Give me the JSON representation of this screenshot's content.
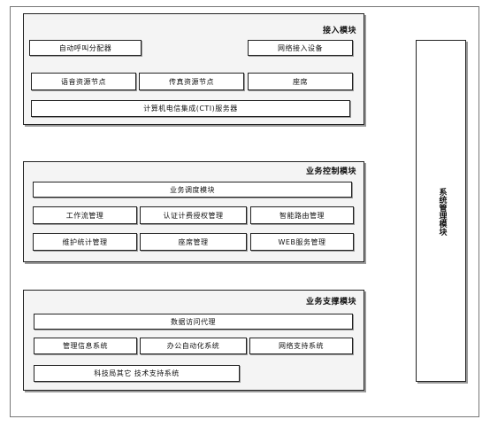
{
  "access_module": {
    "title": "接入模块",
    "auto_call_distributor": "自动呼叫分配器",
    "network_access_device": "网络接入设备",
    "voice_resource_node": "语音资源节点",
    "fax_resource_node": "传真资源节点",
    "seat": "座席",
    "cti_server": "计算机电信集成(CTI)服务器"
  },
  "control_module": {
    "title": "业务控制模块",
    "business_scheduling": "业务调度模块",
    "workflow_management": "工作流管理",
    "auth_billing_management": "认证计费授权管理",
    "intelligent_routing": "智能路由管理",
    "maintenance_stats": "维护统计管理",
    "seat_management": "座席管理",
    "web_service_management": "WEB服务管理"
  },
  "support_module": {
    "title": "业务支撑模块",
    "data_access_proxy": "数据访问代理",
    "management_info_system": "管理信息系统",
    "office_automation": "办公自动化系统",
    "network_support": "网络支持系统",
    "other_tech_support": "科技局其它 技术支持系统"
  },
  "system_management": {
    "label": "系统管理模块"
  }
}
